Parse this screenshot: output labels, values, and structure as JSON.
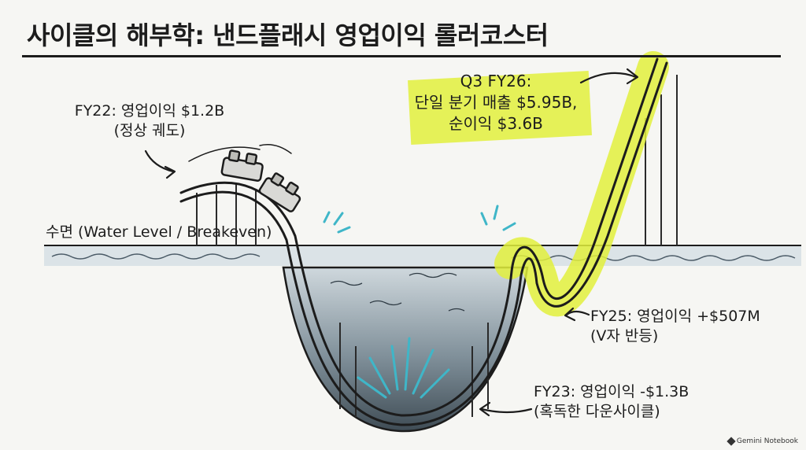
{
  "title": "사이클의 해부학: 낸드플래시 영업이익 롤러코스터",
  "water_level_label": "수면 (Water Level / Breakeven)",
  "annotations": {
    "fy22": {
      "line1": "FY22: 영업이익 $1.2B",
      "line2": "(정상 궤도)"
    },
    "fy23": {
      "line1": "FY23: 영업이익 -$1.3B",
      "line2": "(혹독한 다운사이클)"
    },
    "fy25": {
      "line1": "FY25: 영업이익 +$507M",
      "line2": "(V자 반등)"
    },
    "q3fy26": {
      "line1": "Q3 FY26:",
      "line2": "단일 분기 매출 $5.95B,",
      "line3": "순이익 $3.6B"
    }
  },
  "credit": "Gemini Notebook",
  "colors": {
    "highlight": "#e2f03c",
    "water": "#d5dde1",
    "water_deep": "#3f4c55",
    "splash": "#3fb6c8",
    "ink": "#1c1c1c"
  }
}
